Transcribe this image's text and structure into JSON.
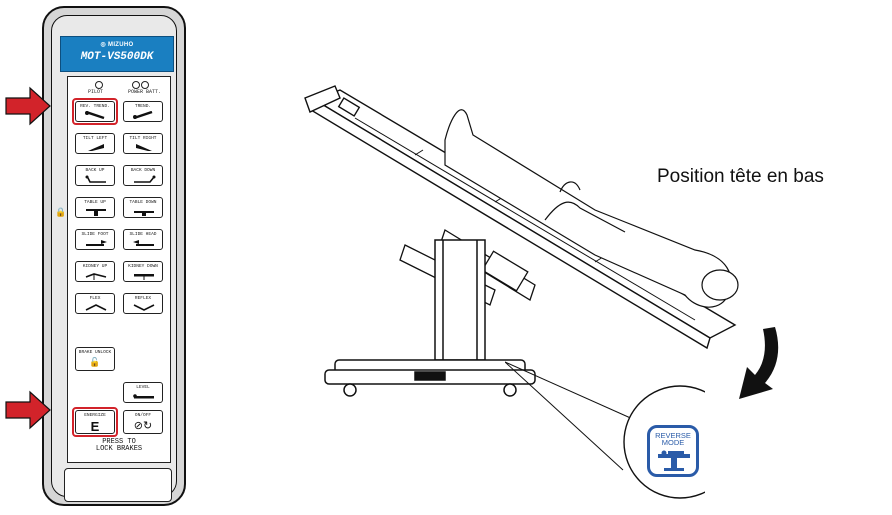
{
  "remote": {
    "brand": "◎ MIZUHO",
    "model": "MOT-VS500DK",
    "indicators": {
      "pilot": "PILOT",
      "power_batt": "POWER BATT."
    },
    "buttons": {
      "rev_trend": "REV. TREND.",
      "trend": "TREND.",
      "tilt_left": "TILT LEFT",
      "tilt_right": "TILT RIGHT",
      "back_up": "BACK UP",
      "back_down": "BACK DOWN",
      "table_up": "TABLE UP",
      "table_down": "TABLE DOWN",
      "slide_foot": "SLIDE FOOT",
      "slide_head": "SLIDE HEAD",
      "kidney_up": "KIDNEY UP",
      "kidney_down": "KIDNEY DOWN",
      "flex": "FLEX",
      "reflex": "REFLEX",
      "brake_unlock": "BRAKE UNLOCK",
      "level": "LEVEL",
      "energize": "ENERGIZE",
      "energize_letter": "E",
      "on_off": "ON/OFF",
      "on_off_glyph": "⊘↻"
    },
    "press_to_lock": "PRESS TO\nLOCK BRAKES",
    "lock_icon": "lock-icon"
  },
  "position_label": "Position tête en bas",
  "mode_badge": {
    "text": "REVERSE\nMODE",
    "color": "#2a5ba8"
  },
  "colors": {
    "accent_red": "#d2232a",
    "header_blue": "#1a7fc1"
  }
}
